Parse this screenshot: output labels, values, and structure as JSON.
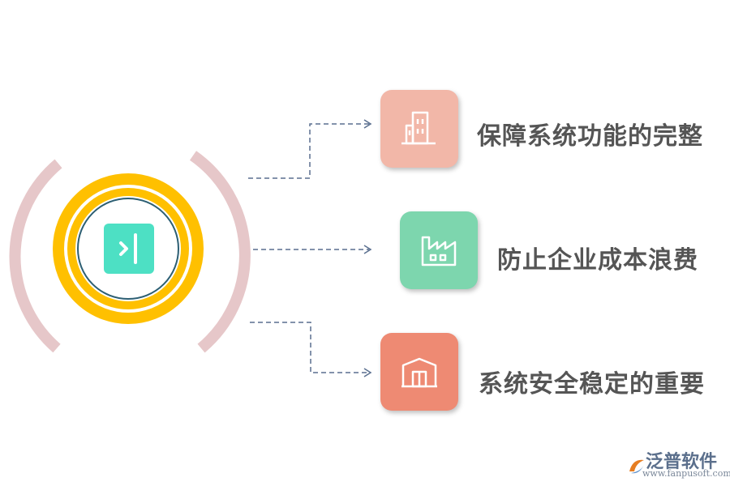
{
  "colors": {
    "arc": "#e6c7c9",
    "ring": "#ffc000",
    "ring_border": "#2d5f73",
    "center": "#4de0c4",
    "dash": "#5a6f8f",
    "item1": "#f2b7a8",
    "item2": "#7dd6ae",
    "item3": "#ee8a73",
    "text": "#555555"
  },
  "center": {
    "icon": "collapse-sidebar-icon"
  },
  "items": [
    {
      "label": "保障系统功能的完整",
      "icon": "office-building-icon"
    },
    {
      "label": "防止企业成本浪费",
      "icon": "factory-icon"
    },
    {
      "label": "系统安全稳定的重要",
      "icon": "warehouse-icon"
    }
  ],
  "logo": {
    "title": "泛普软件",
    "url": "www.fanpusoft.com",
    "icon": "fanpu-logo-icon"
  }
}
